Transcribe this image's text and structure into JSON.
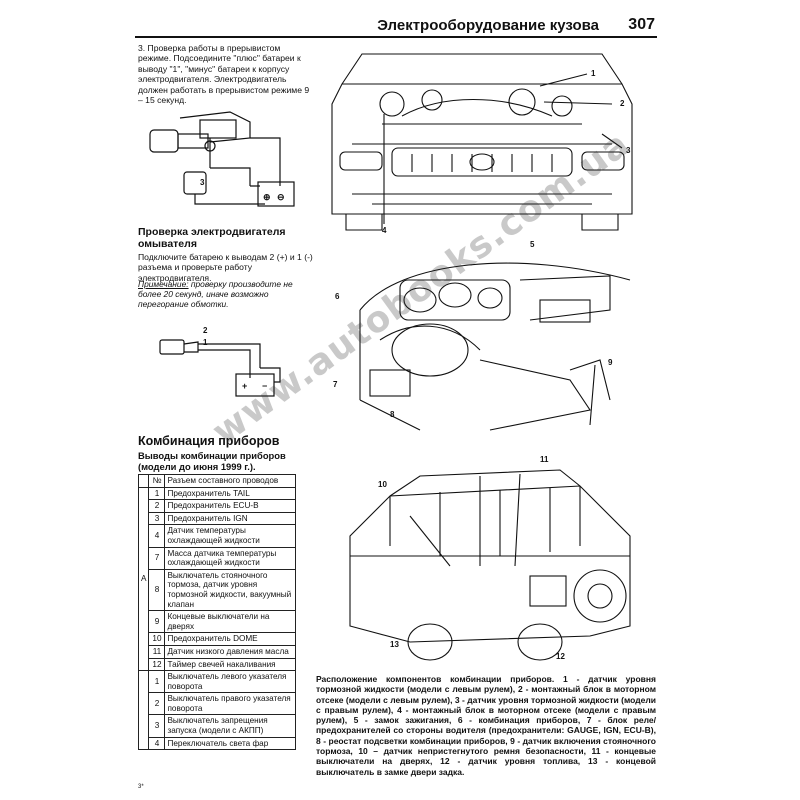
{
  "header": {
    "section_title": "Электрооборудование кузова",
    "page_number": "307"
  },
  "left_column": {
    "intermittent_check": "3. Проверка работы в прерывистом режиме. Подсоедините \"плюс\" батареи к выводу \"1\", \"минус\" батареи к корпусу электродвигателя. Электродвигатель должен работать в прерывистом режиме 9 – 15 секунд.",
    "washer_motor_heading": "Проверка электродвигателя омывателя",
    "washer_motor_text": "Подключите батарею к выводам 2 (+) и 1 (-) разъема и проверьте работу электродвигателя.",
    "note_label": "Примечание:",
    "note_text": "проверку производите не более 20 секунд, иначе возможно перегорание обмотки.",
    "combo_heading": "Комбинация приборов",
    "combo_subheading": "Выводы комбинации приборов (модели до июня 1999 г.)."
  },
  "diagram_labels": {
    "fig1_plug": "3",
    "fig2_pins": [
      "2",
      "1"
    ],
    "engine_bay": [
      "1",
      "2",
      "3",
      "4"
    ],
    "dashboard": [
      "5",
      "6",
      "7",
      "8",
      "9"
    ],
    "vehicle": [
      "10",
      "11",
      "12",
      "13"
    ]
  },
  "pin_table": {
    "headers": [
      "№",
      "Разъем составного проводов"
    ],
    "group_label": "A",
    "rows": [
      {
        "no": "1",
        "desc": "Предохранитель TAIL"
      },
      {
        "no": "2",
        "desc": "Предохранитель ECU-B"
      },
      {
        "no": "3",
        "desc": "Предохранитель IGN"
      },
      {
        "no": "4",
        "desc": "Датчик температуры охлаждающей жидкости"
      },
      {
        "no": "7",
        "desc": "Масса датчика температуры охлаждающей жидкости"
      },
      {
        "no": "8",
        "desc": "Выключатель стояночного тормоза, датчик уровня тормозной жидкости, вакуумный клапан"
      },
      {
        "no": "9",
        "desc": "Концевые выключатели на дверях"
      },
      {
        "no": "10",
        "desc": "Предохранитель DOME"
      },
      {
        "no": "11",
        "desc": "Датчик низкого давления масла"
      },
      {
        "no": "12",
        "desc": "Таймер свечей накаливания"
      },
      {
        "no": "1",
        "desc": "Выключатель левого указателя поворота"
      },
      {
        "no": "2",
        "desc": "Выключатель правого указателя поворота"
      },
      {
        "no": "3",
        "desc": "Выключатель запрещения запуска (модели с АКПП)"
      },
      {
        "no": "4",
        "desc": "Переключатель света фар"
      }
    ]
  },
  "figure_caption": "Расположение компонентов комбинации приборов. 1 - датчик уровня тормозной жидкости (модели с левым рулем), 2 - монтажный блок в моторном отсеке (модели с левым рулем), 3 - датчик уровня тормозной жидкости (модели с правым рулем), 4 - монтажный блок в моторном отсеке (модели с правым рулем), 5 - замок зажигания, 6 - комбинация приборов, 7 - блок реле/предохранителей со стороны водителя (предохранители: GAUGE, IGN, ECU-B), 8 - реостат подсветки комбинации приборов, 9 - датчик включения стояночного тормоза, 10 – датчик непристегнутого ремня безопасности, 11 - концевые выключатели на дверях, 12 - датчик уровня топлива, 13 - концевой выключатель в замке двери задка.",
  "watermark": "www.autobooks.com.ua",
  "footer_mark": "3*",
  "colors": {
    "ink": "#111111",
    "paper": "#ffffff"
  }
}
